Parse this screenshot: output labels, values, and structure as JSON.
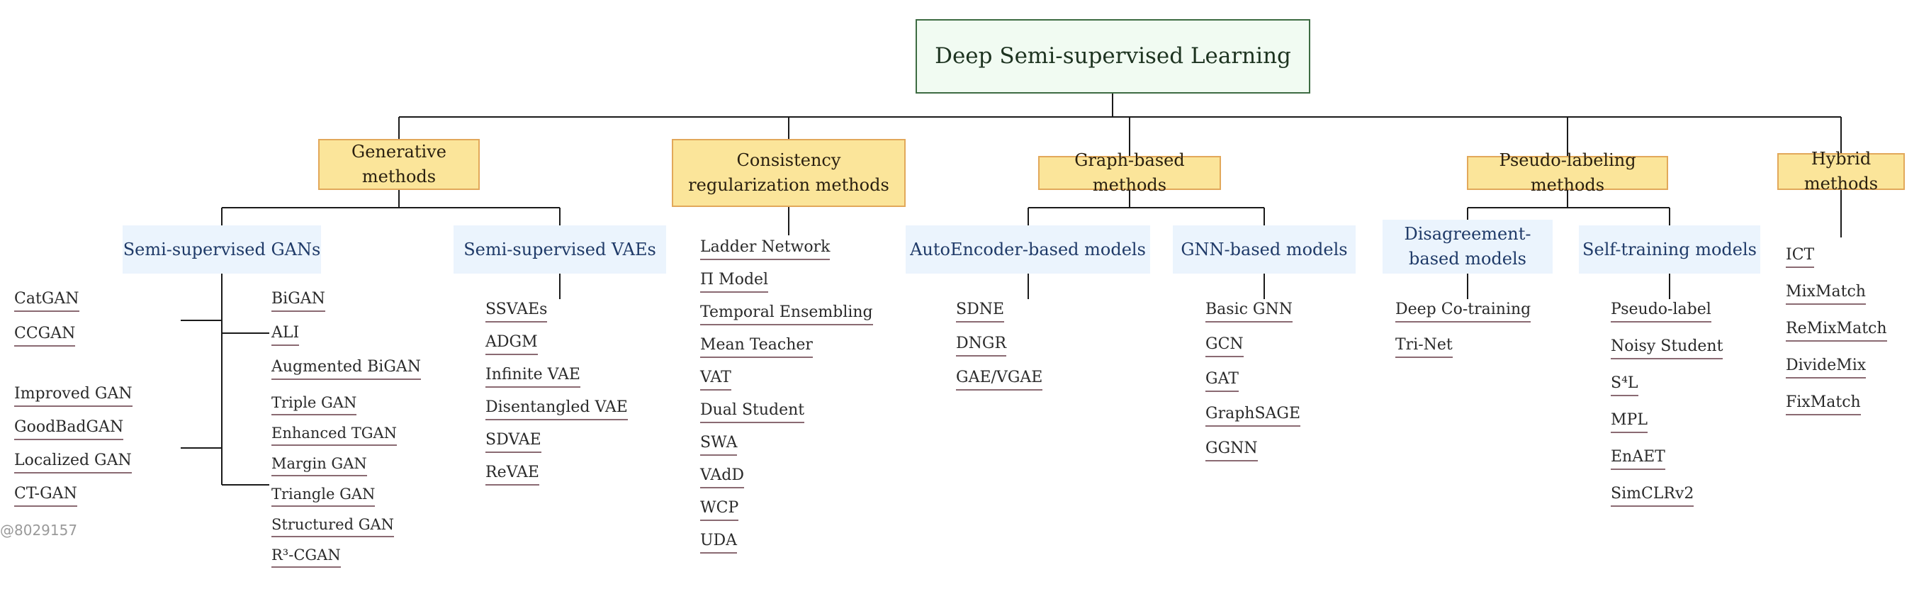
{
  "root": "Deep Semi-supervised Learning",
  "categories": {
    "generative": "Generative methods",
    "consistency": "Consistency regularization methods",
    "graph": "Graph-based methods",
    "pseudo": "Pseudo-labeling methods",
    "hybrid": "Hybrid methods"
  },
  "subcategories": {
    "ssgans": "Semi-supervised GANs",
    "ssvaes": "Semi-supervised VAEs",
    "autoencoder": "AutoEncoder-based models",
    "gnn": "GNN-based models",
    "disagreement": "Disagreement-based models",
    "selftraining": "Self-training models"
  },
  "leaves": {
    "gan_left": [
      "CatGAN",
      "CCGAN",
      "Improved GAN",
      "GoodBadGAN",
      "Localized GAN",
      "CT-GAN"
    ],
    "gan_right": [
      "BiGAN",
      "ALI",
      "Augmented BiGAN",
      "Triple GAN",
      "Enhanced TGAN",
      "Margin GAN",
      "Triangle GAN",
      "Structured GAN",
      "R³-CGAN"
    ],
    "vae": [
      "SSVAEs",
      "ADGM",
      "Infinite VAE",
      "Disentangled VAE",
      "SDVAE",
      "ReVAE"
    ],
    "consistency": [
      "Ladder Network",
      "Π Model",
      "Temporal Ensembling",
      "Mean Teacher",
      "VAT",
      "Dual Student",
      "SWA",
      "VAdD",
      "WCP",
      "UDA"
    ],
    "autoencoder": [
      "SDNE",
      "DNGR",
      "GAE/VGAE"
    ],
    "gnn": [
      "Basic GNN",
      "GCN",
      "GAT",
      "GraphSAGE",
      "GGNN"
    ],
    "disagreement": [
      "Deep Co-training",
      "Tri-Net"
    ],
    "selftraining": [
      "Pseudo-label",
      "Noisy Student",
      "S⁴L",
      "MPL",
      "EnAET",
      "SimCLRv2"
    ],
    "hybrid": [
      "ICT",
      "MixMatch",
      "ReMixMatch",
      "DivideMix",
      "FixMatch"
    ]
  },
  "watermark": "@8029157",
  "colors": {
    "root_fill": "#f1fbf2",
    "root_border": "#3d6b42",
    "category_fill": "#fbe59a",
    "category_border": "#e2a85a",
    "sub_fill": "#ebf4fd",
    "leaf_underline": "#8a6a72"
  }
}
